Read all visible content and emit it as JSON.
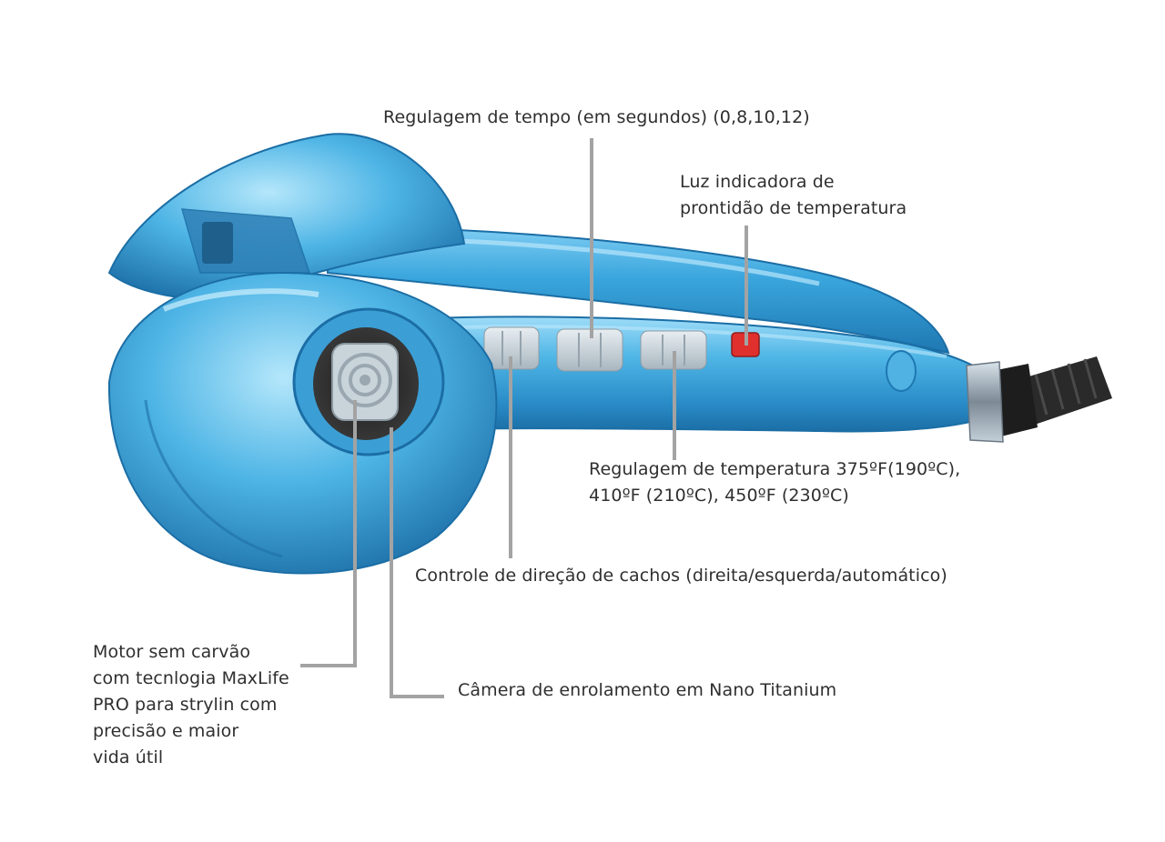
{
  "colors": {
    "body_main": "#3aa6dd",
    "body_light": "#8fd3f5",
    "body_dark": "#1c6fa6",
    "leader_line": "#a3a3a3",
    "indicator": "#e0302e",
    "cord": "#2a2a2a",
    "text": "#2f2f2f"
  },
  "callouts": {
    "time": [
      "Regulagem de tempo (em segundos) (0,8,10,12)"
    ],
    "light": [
      "Luz indicadora de",
      "prontidão de temperatura"
    ],
    "temperature": [
      "Regulagem de temperatura 375ºF(190ºC),",
      "410ºF (210ºC), 450ºF (230ºC)"
    ],
    "direction": [
      "Controle de direção de cachos (direita/esquerda/automático)"
    ],
    "motor": [
      "Motor sem carvão",
      "com tecnlogia MaxLife",
      "PRO para strylin com",
      "precisão e maior",
      "vida útil"
    ],
    "chamber": [
      "Câmera de enrolamento em Nano Titanium"
    ]
  }
}
